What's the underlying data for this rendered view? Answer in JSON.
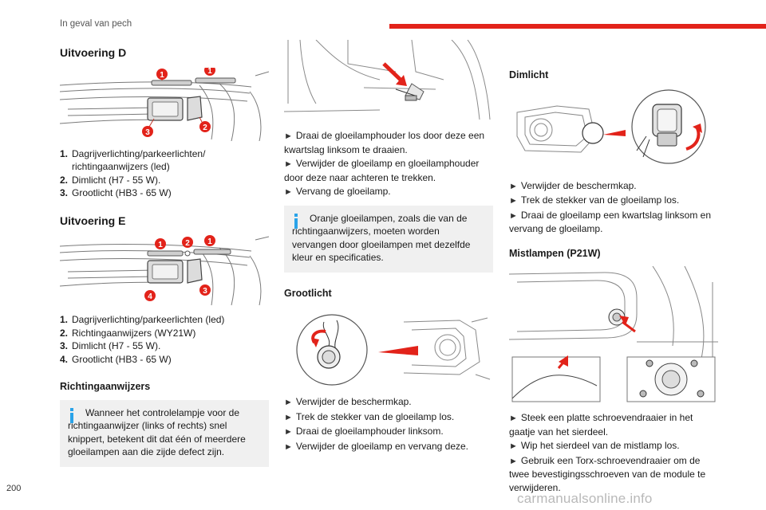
{
  "header": {
    "section": "In geval van pech"
  },
  "page_number": "200",
  "watermark": "carmanualsonline.info",
  "colors": {
    "accent_red": "#e2231a",
    "info_blue": "#2aa3e8",
    "box_gray": "#f0f0f0"
  },
  "col1": {
    "version_d": {
      "title": "Uitvoering D",
      "callouts": [
        "1",
        "1",
        "2",
        "3"
      ],
      "items": [
        {
          "num": "1.",
          "text": "Dagrijverlichting/parkeerlichten/ richtingaanwijzers (led)"
        },
        {
          "num": "2.",
          "text": "Dimlicht (H7 - 55 W)."
        },
        {
          "num": "3.",
          "text": "Grootlicht (HB3 - 65 W)"
        }
      ]
    },
    "version_e": {
      "title": "Uitvoering E",
      "callouts": [
        "1",
        "2",
        "1",
        "3",
        "4"
      ],
      "items": [
        {
          "num": "1.",
          "text": "Dagrijverlichting/parkeerlichten (led)"
        },
        {
          "num": "2.",
          "text": "Richtingaanwijzers (WY21W)"
        },
        {
          "num": "3.",
          "text": "Dimlicht (H7 - 55 W)."
        },
        {
          "num": "4.",
          "text": "Grootlicht (HB3 - 65 W)"
        }
      ]
    },
    "indicators": {
      "title": "Richtingaanwijzers",
      "note": "Wanneer het controlelampje voor de richtingaanwijzer (links of rechts) snel knippert, betekent dit dat één of meerdere gloeilampen aan die zijde defect zijn."
    }
  },
  "col2": {
    "steps_top": [
      "Draai de gloeilamphouder los door deze een kwartslag linksom te draaien.",
      "Verwijder de gloeilamp en gloeilamphouder door deze naar achteren te trekken.",
      "Vervang de gloeilamp."
    ],
    "note": "Oranje gloeilampen, zoals die van de richtingaanwijzers, moeten worden vervangen door gloeilampen met dezelfde kleur en specificaties.",
    "high_beam": {
      "title": "Grootlicht",
      "steps": [
        "Verwijder de beschermkap.",
        "Trek de stekker van de gloeilamp los.",
        "Draai de gloeilamphouder linksom.",
        "Verwijder de gloeilamp en vervang deze."
      ]
    }
  },
  "col3": {
    "dipped": {
      "title": "Dimlicht",
      "steps": [
        "Verwijder de beschermkap.",
        "Trek de stekker van de gloeilamp los.",
        "Draai de gloeilamp een kwartslag linksom en vervang de gloeilamp."
      ]
    },
    "fog": {
      "title": "Mistlampen (P21W)",
      "steps": [
        "Steek een platte schroevendraaier in het gaatje van het sierdeel.",
        "Wip het sierdeel van de mistlamp los.",
        "Gebruik een Torx-schroevendraaier om de twee bevestigingsschroeven van de module te verwijderen."
      ]
    }
  }
}
